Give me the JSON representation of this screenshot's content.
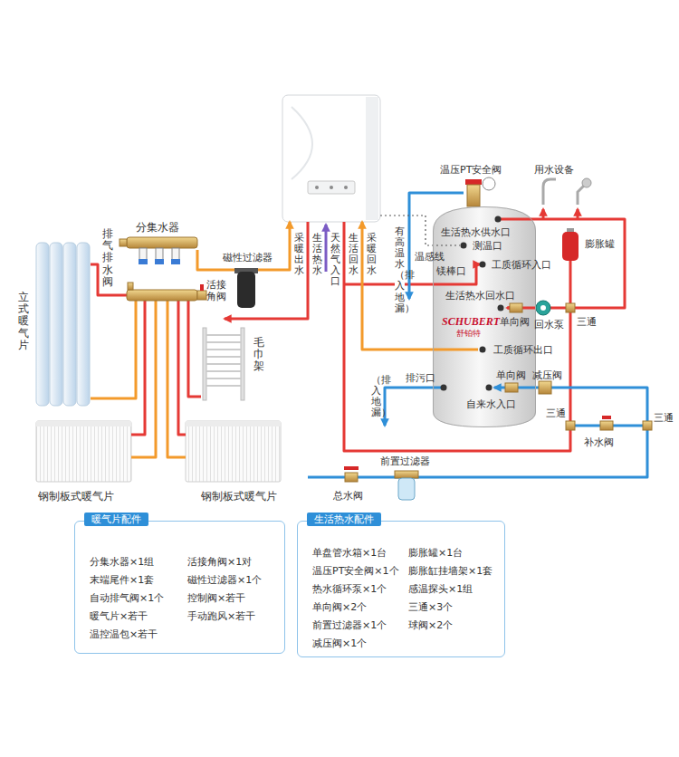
{
  "diagram": {
    "nodes": [
      {
        "text": [
          "SCHUBERT",
          "舒铂特"
        ]
      },
      {
        "text": [
          "暖气片配件",
          "分集水器×1组",
          "活接角阀×1对",
          "末端尾件×1套",
          "磁性过滤器×1个",
          "自动排气阀×1个",
          "控制阀×若干",
          "暖气片×若干",
          "手动跑风×若干",
          "温控温包×若干"
        ]
      },
      {
        "text": [
          "生活热水配件",
          "单盘管水箱×1台",
          "膨胀罐×1台",
          "温压PT安全阀×1个",
          "膨胀缸挂墙架×1套",
          "热水循环泵×1个",
          "感温探头×1组",
          "单向阀×2个",
          "三通×3个",
          "前置过滤器×1个",
          "球阀×2个",
          "减压阀×1个"
        ]
      }
    ],
    "labels": [
      "分集水器",
      "排气排水阀",
      "立式暖气片",
      "磁性过滤器",
      "活接角阀",
      "毛巾架",
      "钢制板式暖气片",
      "钢制板式暖气片",
      "采暖出水",
      "生活热水",
      "天然气入口",
      "生活回水",
      "采暖回水",
      "有高温水（排入地漏）",
      "温压PT安全阀",
      "用水设备",
      "生活热水供水口",
      "测温口",
      "温感线",
      "镁棒口",
      "工质循环入口",
      "膨胀罐",
      "生活热水回水口",
      "单向阀",
      "回水泵",
      "三通",
      "工质循环出口",
      "排污口",
      "（排入地漏）",
      "单向阀",
      "减压阀",
      "自来水入口",
      "三通",
      "三通",
      "补水阀",
      "前置过滤器",
      "总水阀"
    ]
  }
}
